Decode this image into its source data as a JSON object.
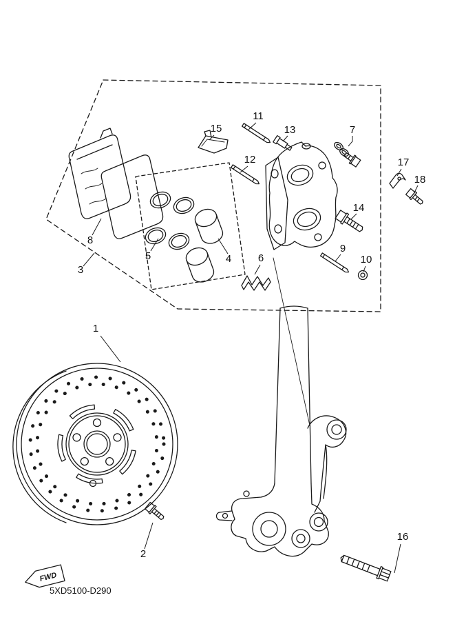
{
  "diagram": {
    "code": "5XD5100-D290",
    "fwd": "FWD",
    "colors": {
      "ink": "#1a1a1a",
      "background": "#ffffff"
    },
    "parts": [
      "1",
      "2",
      "3",
      "4",
      "5",
      "6",
      "7",
      "8",
      "9",
      "10",
      "11",
      "12",
      "13",
      "14",
      "15",
      "16",
      "17",
      "18"
    ]
  }
}
